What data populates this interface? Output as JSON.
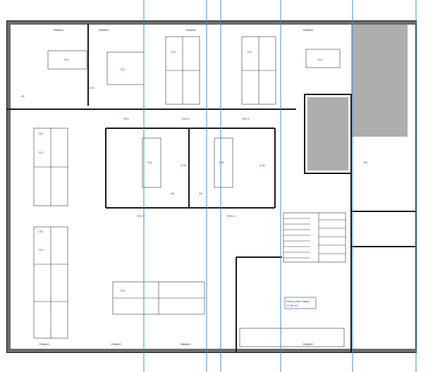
{
  "colors": {
    "wall": "#1a1a1a",
    "hatch": "#6b6b6b",
    "grid": "#3a8fd8",
    "red": "#c21a1a",
    "blue": "#1f3fa8",
    "door": "#d11919"
  },
  "labels": {
    "window": "PANNO",
    "desk": "TD2",
    "chair": "C02",
    "room_tag_a": "SP4",
    "room_tag_b": "SP4.1",
    "room_tag_c": "SP4.2",
    "room_tag_d": "SP4.3",
    "room_tag_e": "SP4.4",
    "v1": "V1",
    "v2": "V2",
    "v3": "V3",
    "p1": "P1",
    "meeting_a": "TD4",
    "meeting_b": "TD5",
    "dim_a": "2.00",
    "dim_b": "3.00",
    "dim_c": "4.50",
    "area_note": "Piano primo bagno",
    "area_value": "17.80 m2"
  }
}
